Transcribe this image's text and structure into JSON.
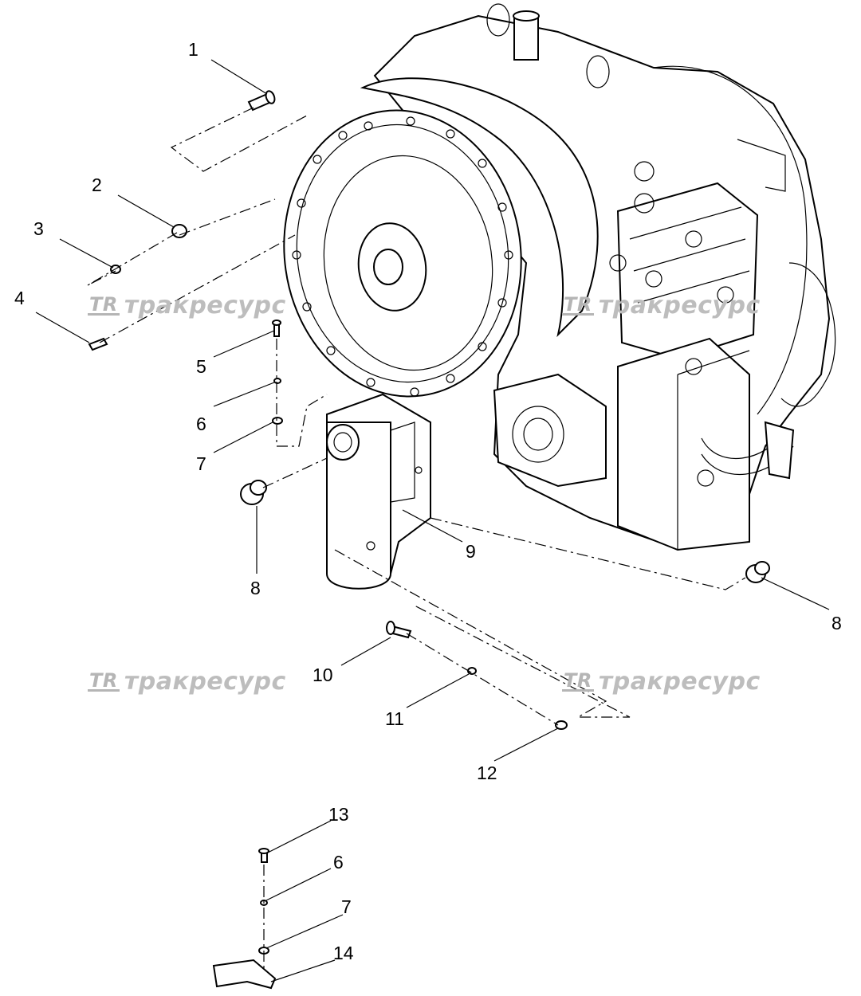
{
  "watermark": {
    "logo": "TR",
    "text": "тракресурс"
  },
  "callouts": [
    "1",
    "2",
    "3",
    "4",
    "5",
    "6",
    "7",
    "8",
    "9",
    "8",
    "10",
    "11",
    "12",
    "13",
    "6",
    "7",
    "14"
  ],
  "colors": {
    "line": "#000000",
    "watermark": "#bdbdbd",
    "background": "#ffffff"
  }
}
